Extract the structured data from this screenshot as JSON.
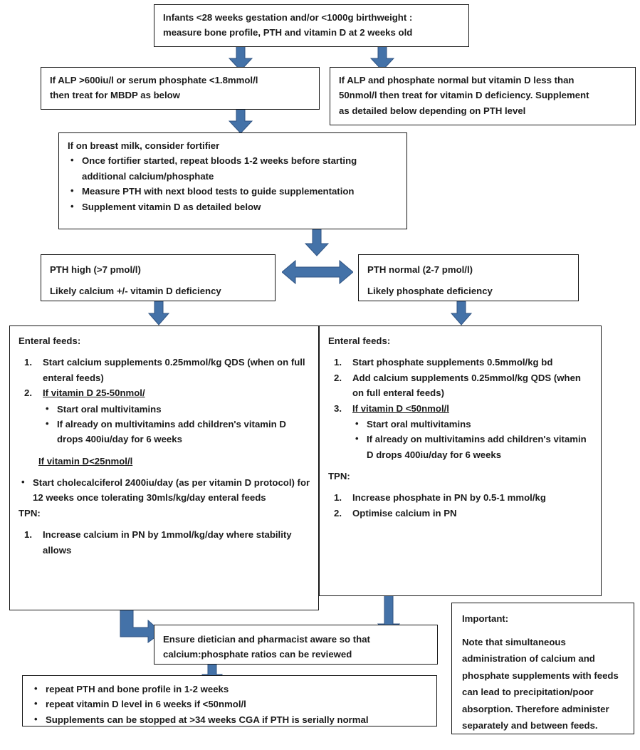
{
  "meta": {
    "title": "Metabolic bone disease of prematurity (MBDP) management flowchart",
    "accent_color": "#4472a8",
    "border_color": "#161616",
    "background_color": "#ffffff"
  },
  "nodes": {
    "start": {
      "line1": "Infants <28 weeks gestation and/or <1000g birthweight :",
      "line2": "measure bone profile, PTH and vitamin D at 2 weeks old"
    },
    "alp_abnormal": {
      "line1": "If ALP >600iu/l or serum phosphate <1.8mmol/l",
      "line2": "then treat for MBDP as below"
    },
    "alp_normal": {
      "line1": "If ALP and phosphate normal but vitamin D less than",
      "line2": "50nmol/l then treat for vitamin D deficiency.  Supplement",
      "line3": "as detailed below depending on PTH level"
    },
    "breast_milk": {
      "heading": "If on breast milk, consider fortifier",
      "bullets": [
        "Once fortifier started, repeat bloods 1-2 weeks before starting additional calcium/phosphate",
        "Measure PTH with next blood tests to guide supplementation",
        "Supplement vitamin D as detailed below"
      ]
    },
    "pth_high": {
      "line1": "PTH high (>7 pmol/l)",
      "line2": "Likely calcium +/- vitamin D deficiency"
    },
    "pth_normal": {
      "line1": "PTH normal (2-7 pmol/l)",
      "line2": "Likely phosphate deficiency"
    },
    "left_treatment": {
      "enteral_heading": "Enteral feeds:",
      "item1": "Start calcium supplements 0.25mmol/kg QDS (when on full enteral feeds)",
      "item2_underlined": "If vitamin D 25-50nmol/",
      "item2_bullets": [
        "Start oral multivitamins",
        "If already on multivitamins add children's vitamin D drops 400iu/day for 6 weeks"
      ],
      "sub_heading_underlined": "If vitamin D<25nmol/l",
      "sub_bullets": [
        "Start cholecalciferol 2400iu/day (as per vitamin D protocol) for 12 weeks once tolerating 30mls/kg/day enteral feeds"
      ],
      "tpn_heading": "TPN:",
      "tpn_items": [
        "Increase calcium in PN by 1mmol/kg/day where stability allows"
      ]
    },
    "right_treatment": {
      "enteral_heading": "Enteral feeds:",
      "item1": "Start phosphate supplements 0.5mmol/kg bd",
      "item2": "Add calcium supplements 0.25mmol/kg QDS (when on full enteral feeds)",
      "item3_underlined": "If vitamin D <50nmol/l",
      "item3_bullets": [
        "Start oral multivitamins",
        "If already on multivitamins add children's vitamin D drops 400iu/day for 6 weeks"
      ],
      "tpn_heading": "TPN:",
      "tpn_items": [
        "Increase phosphate in PN by 0.5-1 mmol/kg",
        "Optimise calcium in PN"
      ]
    },
    "dietician": {
      "line1": "Ensure dietician and pharmacist aware so that",
      "line2": "calcium:phosphate ratios can be reviewed"
    },
    "followup": {
      "bullets": [
        "repeat PTH and bone profile in 1-2 weeks",
        "repeat vitamin D level in 6 weeks if <50nmol/l",
        "Supplements can be stopped at >34 weeks CGA if PTH is serially normal"
      ]
    },
    "important": {
      "heading": "Important:",
      "body": "Note that simultaneous administration of calcium and phosphate supplements with feeds can lead to precipitation/poor absorption. Therefore administer separately and between feeds."
    }
  },
  "connectors": [
    {
      "name": "arrow-start-to-alp-abnormal",
      "type": "down-arrow"
    },
    {
      "name": "arrow-start-to-alp-normal",
      "type": "down-arrow"
    },
    {
      "name": "arrow-alp-abnormal-to-breast-milk",
      "type": "down-arrow"
    },
    {
      "name": "arrow-breast-milk-to-branch",
      "type": "down-arrow"
    },
    {
      "name": "arrow-pth-high-pth-normal",
      "type": "left-right-arrow"
    },
    {
      "name": "arrow-pth-high-to-left-treatment",
      "type": "down-arrow"
    },
    {
      "name": "arrow-pth-normal-to-right-treatment",
      "type": "down-arrow"
    },
    {
      "name": "arrow-left-treatment-to-dietician",
      "type": "elbow-arrow"
    },
    {
      "name": "arrow-right-treatment-to-dietician",
      "type": "down-arrow"
    },
    {
      "name": "arrow-dietician-to-followup",
      "type": "down-arrow"
    }
  ]
}
